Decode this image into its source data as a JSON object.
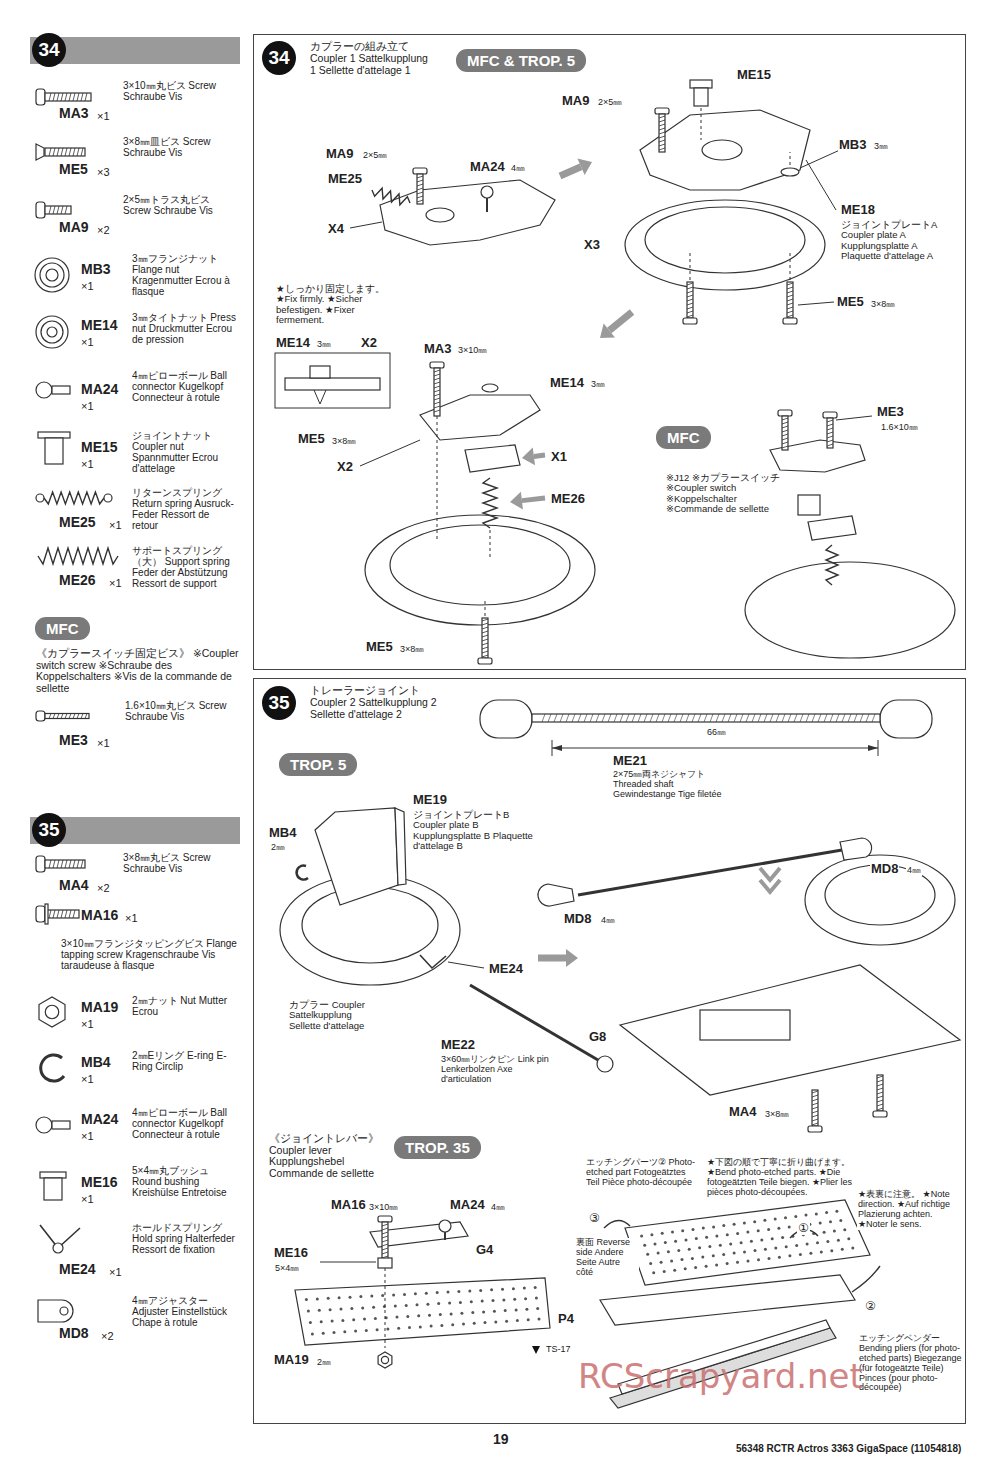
{
  "diagram": {
    "nodes": [
      {
        "text": [
          "34"
        ]
      },
      {
        "text": [
          "MFC"
        ]
      },
      {
        "text": [
          "35"
        ]
      },
      {
        "text": [
          "カプラーの組み立て Coupler 1 Sattelkupplung 1 Sellette d'attelage 1"
        ]
      },
      {
        "text": [
          "34"
        ],
        "in": 3
      },
      {
        "text": [
          "MFC & TROP. 5"
        ],
        "in": 3
      },
      {
        "text": [
          "MFC"
        ],
        "in": 3
      },
      {
        "text": [
          "トレーラージョイント Coupler 2 Sattelkupplung 2 Sellette d'attelage 2"
        ]
      },
      {
        "text": [
          "35"
        ],
        "in": 7
      },
      {
        "text": [
          "TROP. 5"
        ],
        "in": 7
      },
      {
        "text": [
          "TROP. 35"
        ],
        "in": 7
      }
    ],
    "labels": [
      "MA3",
      "×1",
      "3×10㎜丸ビス Screw Schraube Vis",
      "ME5",
      "×3",
      "3×8㎜皿ビス Screw Schraube Vis",
      "MA9",
      "×2",
      "2×5㎜トラス丸ビス Screw Schraube Vis",
      "MB3",
      "×1",
      "3㎜フランジナット Flange nut Kragenmutter Ecrou à flasque",
      "ME14",
      "×1",
      "3㎜タイトナット Press nut Druckmutter Ecrou de pression",
      "MA24",
      "×1",
      "4㎜ピローボール Ball connector Kugelkopf Connecteur à rotule",
      "ME15",
      "×1",
      "ジョイントナット Coupler nut Spannmutter Ecrou d'attelage",
      "ME25",
      "×1",
      "リターンスプリング Return spring Ausruck-Feder Ressort de retour",
      "ME26",
      "×1",
      "サポートスプリング（大） Support spring Feder der Abstützung Ressort de support",
      "《カプラースイッチ固定ビス》 ※Coupler switch screw ※Schraube des Koppelschalters ※Vis de la commande de sellette",
      "1.6×10㎜丸ビス Screw Schraube Vis",
      "ME3",
      "×1",
      "MA4",
      "×2",
      "3×8㎜丸ビス Screw Schraube Vis",
      "MA16",
      "×1",
      "3×10㎜フランジタッピングビス Flange tapping screw Kragenschraube Vis taraudeuse à flasque",
      "MA19",
      "×1",
      "2㎜ナット Nut Mutter Ecrou",
      "MB4",
      "×1",
      "2㎜Eリング E-ring E-Ring Circlip",
      "MA24",
      "×1",
      "4㎜ピローボール Ball connector Kugelkopf Connecteur à rotule",
      "ME16",
      "×1",
      "5×4㎜丸ブッシュ Round bushing Kreishülse Entretoise",
      "ME24",
      "×1",
      "ホールドスプリング Hold spring Halterfeder Ressort de fixation",
      "MD8",
      "×2",
      "4㎜アジャスター Adjuster Einstellstück Chape à rotule",
      "MA9",
      "2×5㎜",
      "ME25",
      "MA24",
      "4㎜",
      "X4",
      "MA9",
      "2×5㎜",
      "ME15",
      "MB3",
      "3㎜",
      "ME18",
      "ジョイントプレートA Coupler plate A Kupplungsplatte A Plaquette d'attelage A",
      "X3",
      "ME5",
      "3×8㎜",
      "★しっかり固定します。 ★Fix firmly. ★Sicher befestigen. ★Fixer fermement.",
      "ME14",
      "3㎜",
      "X2",
      "MA3",
      "3×10㎜",
      "ME14",
      "3㎜",
      "ME5",
      "3×8㎜",
      "X2",
      "X1",
      "ME26",
      "ME5",
      "3×8㎜",
      "ME3",
      "1.6×10㎜",
      "※J12 ※カプラースイッチ ※Coupler switch ※Koppelschalter ※Commande de sellette",
      "66㎜",
      "ME21",
      "2×75㎜両ネジシャフト Threaded shaft Gewindestange Tige filetée",
      "MD8",
      "4㎜",
      "MD8",
      "4㎜",
      "G8",
      "MA4",
      "3×8㎜",
      "ME19",
      "ジョイントプレートB Coupler plate B Kupplungsplatte B Plaquette d'attelage B",
      "MB4",
      "2㎜",
      "ME24",
      "カプラー Coupler Sattelkupplung Sellette d'attelage",
      "ME22",
      "3×60㎜リンクピン Link pin Lenkerbolzen Axe d'articulation",
      "《ジョイントレバー》 Coupler lever Kupplungshebel Commande de sellette",
      "MA16",
      "3×10㎜",
      "MA24",
      "4㎜",
      "G4",
      "ME16",
      "5×4㎜",
      "P4",
      "MA19",
      "2㎜",
      "TS-17",
      "エッチングパーツ② Photo-etched part Fotogeätztes Teil Pièce photo-découpée",
      "★下図の順で丁寧に折り曲げます。 ★Bend photo-etched parts. ★Die fotogeätzten Teile biegen. ★Plier les pièces photo-découpées.",
      "★表裏に注意。 ★Note direction. ★Auf richtige Plazierung achten. ★Noter le sens.",
      "裏面 Reverse side Andere Seite Autre côté",
      "①",
      "②",
      "③",
      "エッチングベンダー Bending pliers (for photo-etched parts) Biegezange (für fotogeätzte Teile) Pinces (pour photo-découpée)",
      "19",
      "56348 RCTR Actros 3363 GigaSpace (11054818)",
      "RCScrapyard.net"
    ]
  }
}
